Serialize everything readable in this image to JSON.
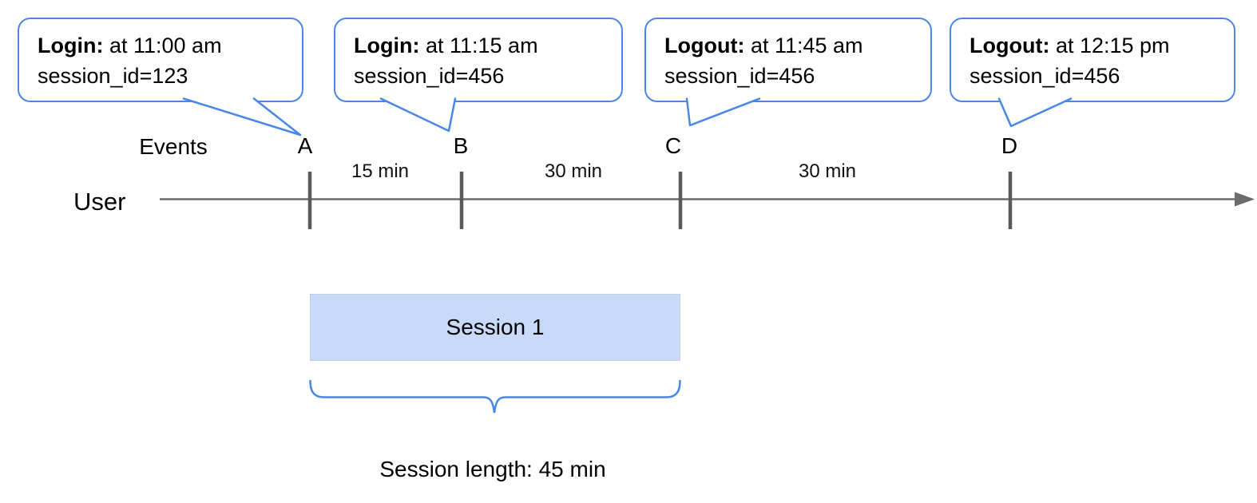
{
  "colors": {
    "accent_blue": "#4a86e8",
    "session_fill": "#c9daf8",
    "axis_gray": "#6b6b6b",
    "tick_gray": "#5a5a5a",
    "text": "#000000",
    "background": "#ffffff"
  },
  "callouts": [
    {
      "marker": "A",
      "title": "Login:",
      "time": " at 11:00 am",
      "detail": "session_id=123"
    },
    {
      "marker": "B",
      "title": "Login:",
      "time": " at 11:15 am",
      "detail": "session_id=456"
    },
    {
      "marker": "C",
      "title": "Logout:",
      "time": " at 11:45 am",
      "detail": "session_id=456"
    },
    {
      "marker": "D",
      "title": "Logout:",
      "time": " at 12:15 pm",
      "detail": "session_id=456"
    }
  ],
  "timeline": {
    "events_label": "Events",
    "user_label": "User",
    "markers": [
      "A",
      "B",
      "C",
      "D"
    ],
    "intervals": [
      {
        "from": "A",
        "to": "B",
        "label": "15 min"
      },
      {
        "from": "B",
        "to": "C",
        "label": "30 min"
      },
      {
        "from": "C",
        "to": "D",
        "label": "30 min"
      }
    ]
  },
  "session": {
    "box_label": "Session 1",
    "spans_markers": "A to C",
    "length_label": "Session length: 45 min"
  }
}
